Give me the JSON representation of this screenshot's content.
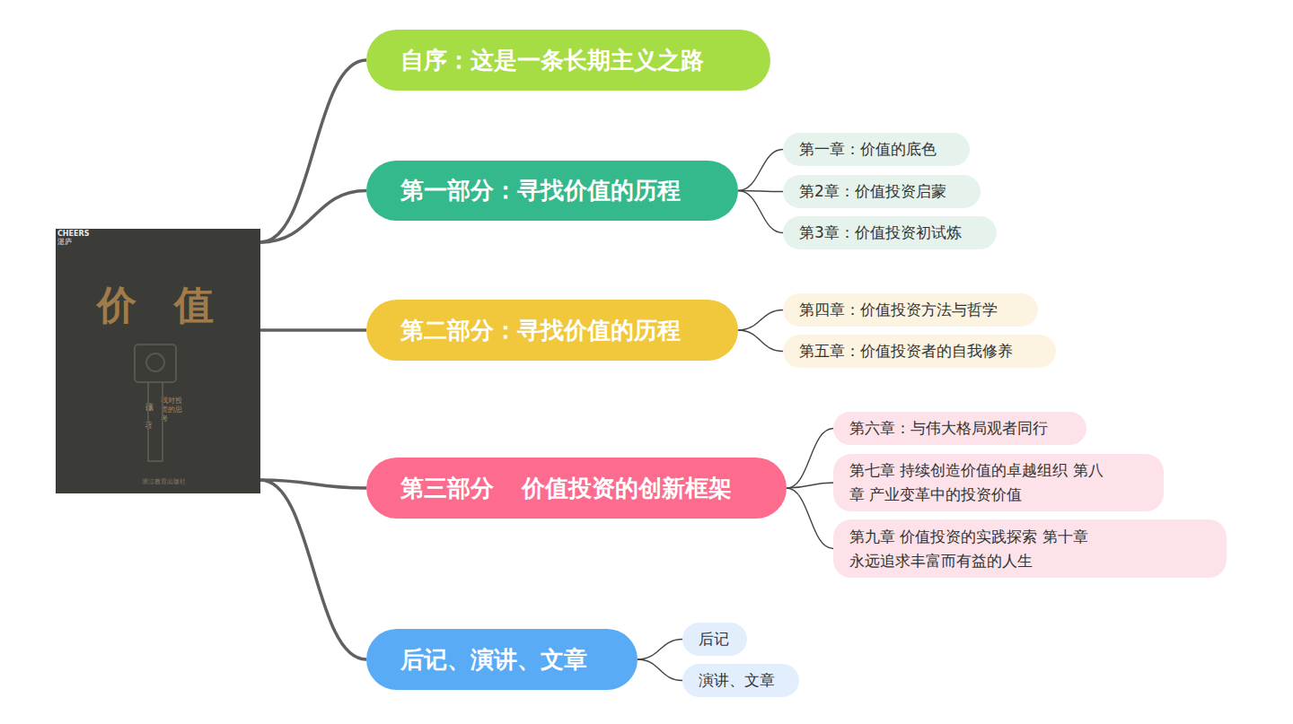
{
  "diagram": {
    "nodes": [
      {
        "text": [
          "CHEERS",
          "湛庐",
          "价值",
          "张磊",
          "著",
          "我对投资的思考",
          "浙江教育出版社"
        ]
      },
      {
        "text": [
          "自序：这是一条长期主义之路"
        ]
      },
      {
        "text": [
          "第一部分：寻找价值的历程"
        ]
      },
      {
        "text": [
          "第一章：价值的底色"
        ]
      },
      {
        "text": [
          "第2章：价值投资启蒙"
        ]
      },
      {
        "text": [
          "第3章：价值投资初试炼"
        ]
      },
      {
        "text": [
          "第二部分：寻找价值的历程"
        ]
      },
      {
        "text": [
          "第四章：价值投资方法与哲学"
        ]
      },
      {
        "text": [
          "第五章：价值投资者的自我修养"
        ]
      },
      {
        "text": [
          "第三部分 价值投资的创新框架"
        ]
      },
      {
        "text": [
          "第六章：与伟大格局观者同行"
        ]
      },
      {
        "text": [
          "第七章 持续创造价值的卓越组织 第八章 产业变革中的投资价值"
        ]
      },
      {
        "text": [
          "第九章 价值投资的实践探索 第十章 永远追求丰富而有益的人生"
        ]
      },
      {
        "text": [
          "后记、演讲、文章"
        ]
      },
      {
        "text": [
          "后记"
        ]
      },
      {
        "text": [
          "演讲、文章"
        ]
      }
    ],
    "edges": [
      {
        "from": 0,
        "to": 1,
        "arrow": "none"
      },
      {
        "from": 0,
        "to": 2,
        "arrow": "none"
      },
      {
        "from": 2,
        "to": 3,
        "arrow": "none"
      },
      {
        "from": 2,
        "to": 4,
        "arrow": "none"
      },
      {
        "from": 2,
        "to": 5,
        "arrow": "none"
      },
      {
        "from": 0,
        "to": 6,
        "arrow": "none"
      },
      {
        "from": 6,
        "to": 7,
        "arrow": "none"
      },
      {
        "from": 6,
        "to": 8,
        "arrow": "none"
      },
      {
        "from": 0,
        "to": 9,
        "arrow": "none"
      },
      {
        "from": 9,
        "to": 10,
        "arrow": "none"
      },
      {
        "from": 9,
        "to": 11,
        "arrow": "none"
      },
      {
        "from": 9,
        "to": 12,
        "arrow": "none"
      },
      {
        "from": 0,
        "to": 13,
        "arrow": "none"
      },
      {
        "from": 13,
        "to": 14,
        "arrow": "none"
      },
      {
        "from": 13,
        "to": 15,
        "arrow": "none"
      }
    ]
  }
}
